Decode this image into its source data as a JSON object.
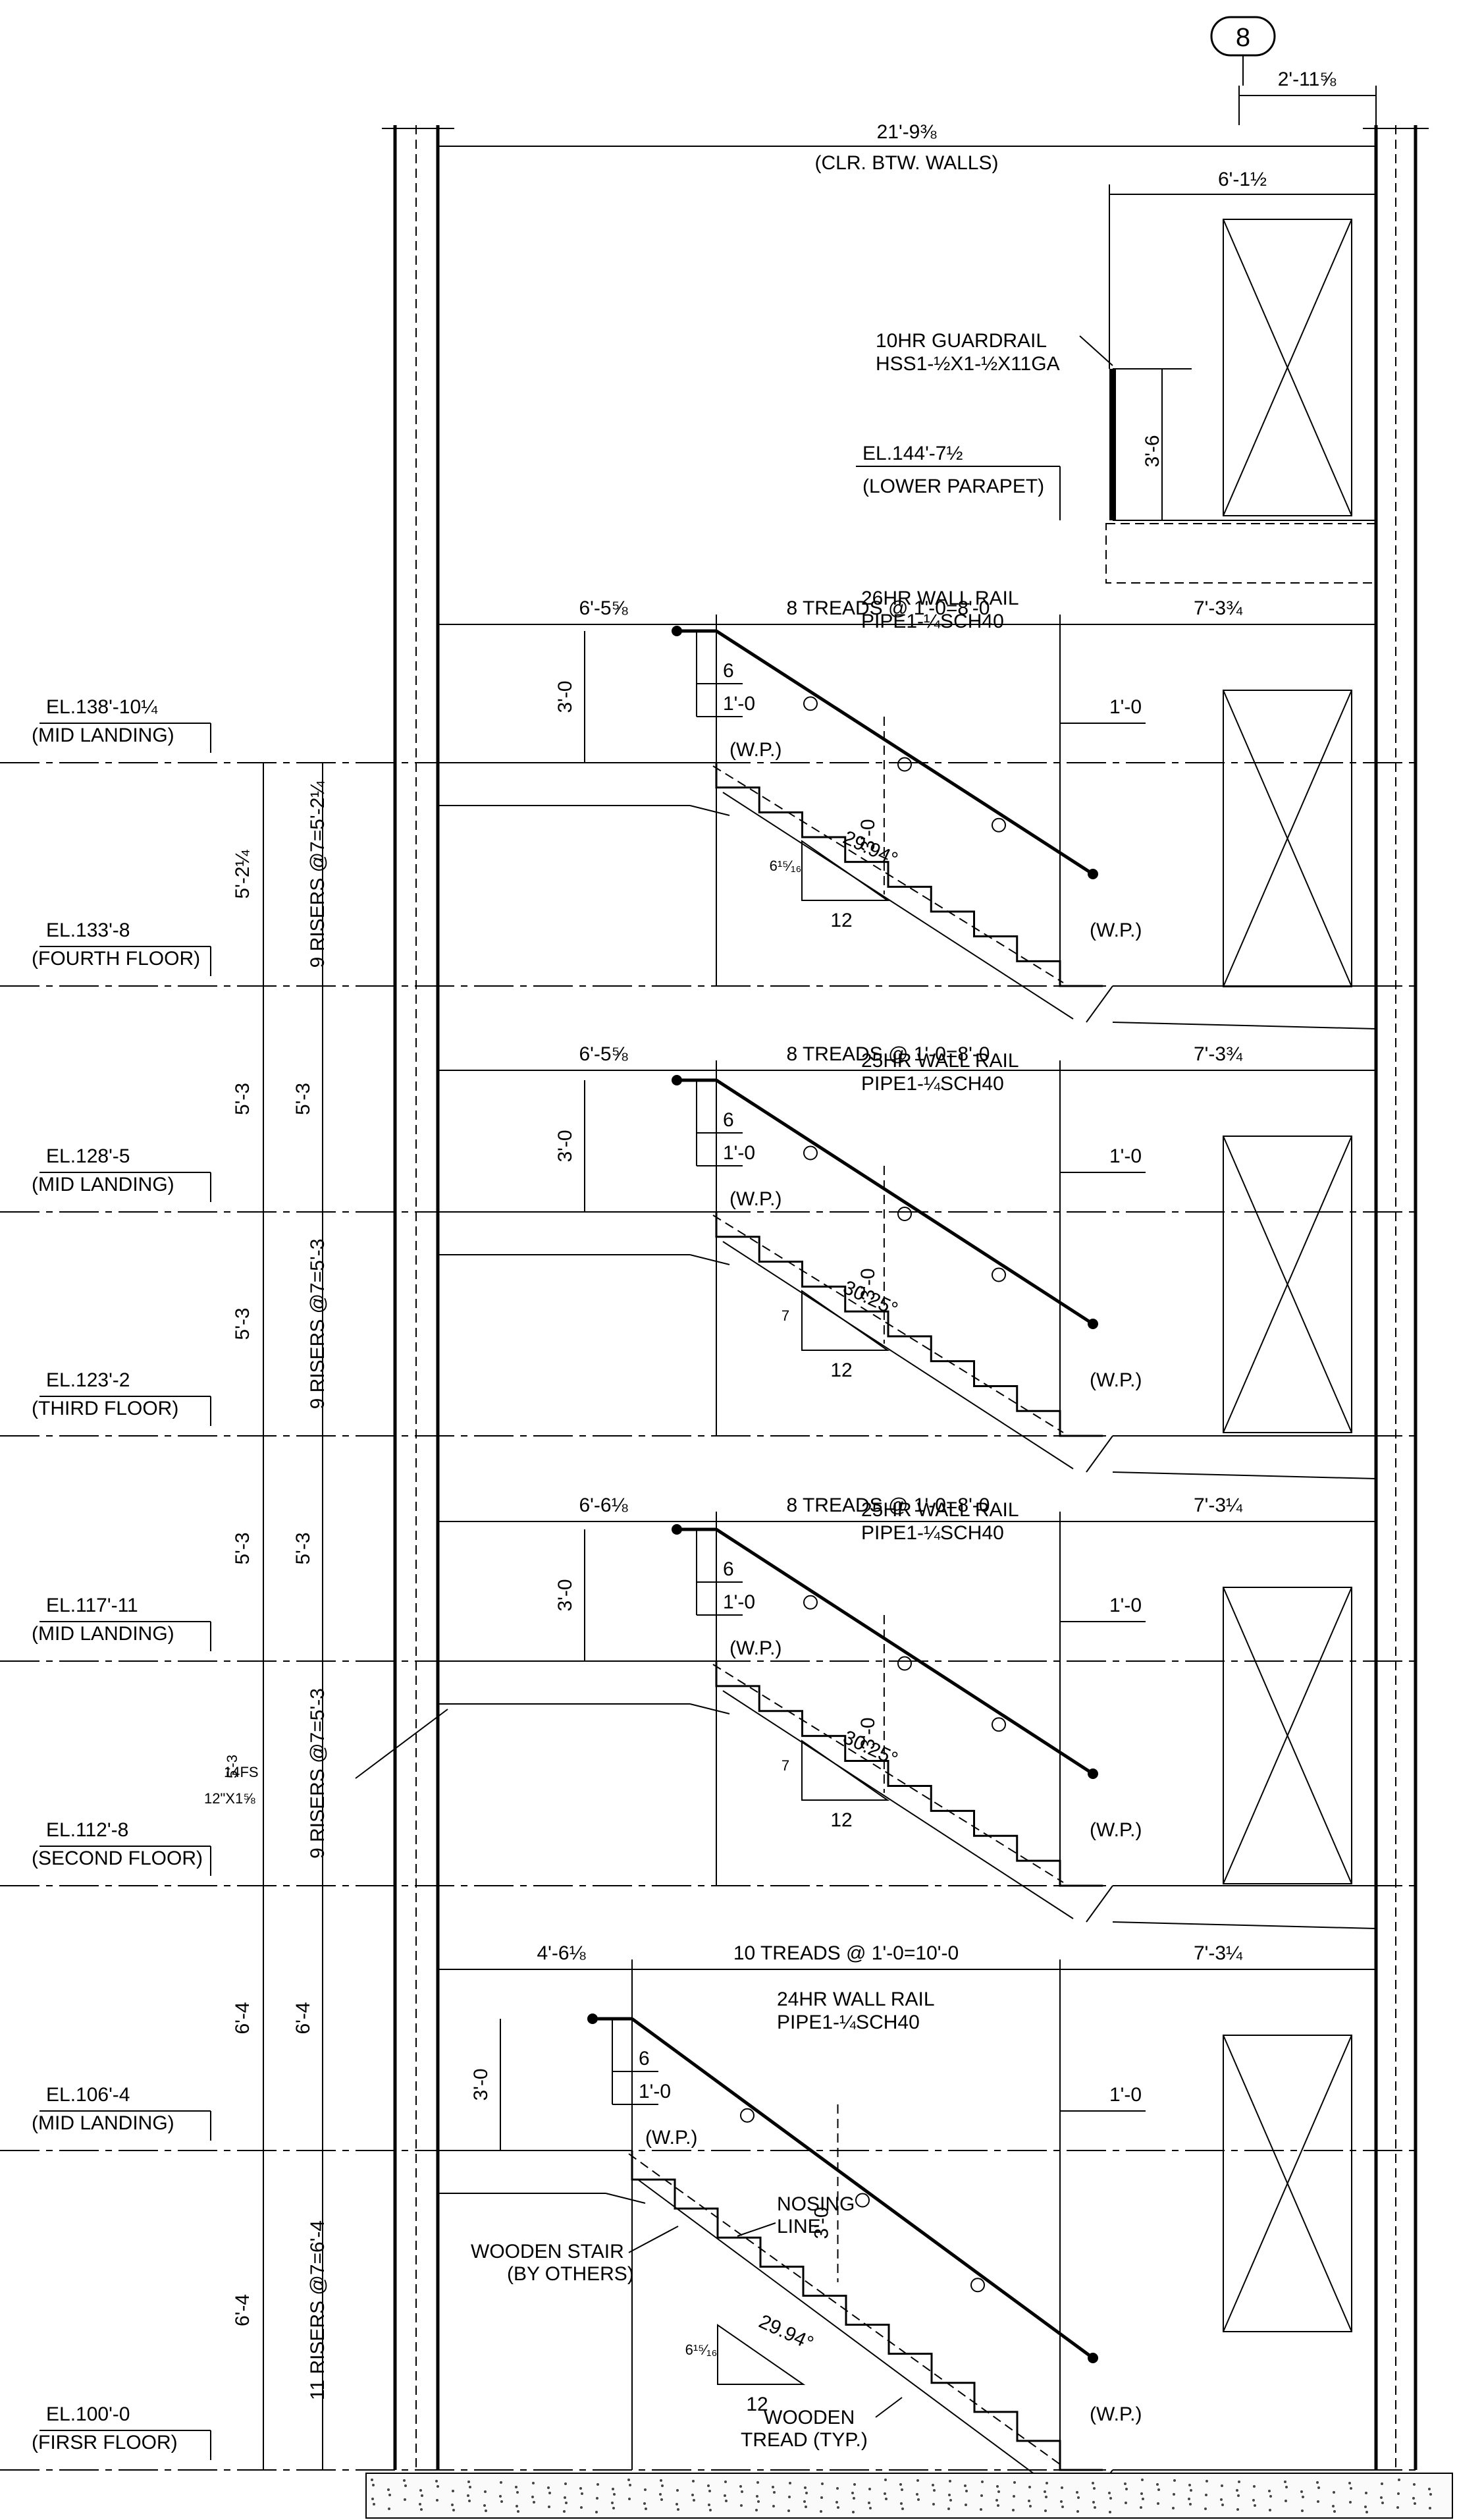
{
  "grid_bubble": "8",
  "top_offset": "2'-11⅝",
  "clear_width": "21'-9⅜",
  "clear_width_note": "(CLR. BTW. WALLS)",
  "top_door_width": "6'-1½",
  "guardrail_label_1": "10HR GUARDRAIL",
  "guardrail_label_2": "HSS1-½X1-½X11GA",
  "guardrail_height": "3'-6",
  "parapet_el": "EL.144'-7½",
  "parapet_name": "(LOWER PARAPET)",
  "flights": [
    {
      "left_dim": "6'-5⅝",
      "treads": "8 TREADS @ 1'-0=8'-0",
      "right_dim": "7'-3¾",
      "rail_1": "26HR WALL RAIL",
      "rail_2": "PIPE1-¼SCH40",
      "angle": "29.94°",
      "rise": "6¹⁵⁄₁₆",
      "run": "12",
      "risers": "9 RISERS @7=5'-2¼",
      "rail_h": "3'-0",
      "rail_h2": "3'-0",
      "ext_6": "6",
      "ext_10": "1'-0",
      "offset": "1'-0",
      "wp": "(W.P.)"
    },
    {
      "left_dim": "6'-5⅝",
      "treads": "8 TREADS @ 1'-0=8'-0",
      "right_dim": "7'-3¾",
      "rail_1": "25HR WALL RAIL",
      "rail_2": "PIPE1-¼SCH40",
      "angle": "30.25°",
      "rise": "7",
      "run": "12",
      "risers": "9 RISERS @7=5'-3",
      "rail_h": "3'-0",
      "rail_h2": "3'-0",
      "ext_6": "6",
      "ext_10": "1'-0",
      "offset": "1'-0",
      "wp": "(W.P.)"
    },
    {
      "left_dim": "6'-6⅛",
      "treads": "8 TREADS @ 1'-0=8'-0",
      "right_dim": "7'-3¼",
      "rail_1": "25HR WALL RAIL",
      "rail_2": "PIPE1-¼SCH40",
      "angle": "30.25°",
      "rise": "7",
      "run": "12",
      "risers": "9 RISERS @7=5'-3",
      "rail_h": "3'-0",
      "rail_h2": "3'-0",
      "ext_6": "6",
      "ext_10": "1'-0",
      "offset": "1'-0",
      "wp": "(W.P.)"
    },
    {
      "left_dim": "4'-6⅛",
      "treads": "10 TREADS @ 1'-0=10'-0",
      "right_dim": "7'-3¼",
      "rail_1": "24HR WALL RAIL",
      "rail_2": "PIPE1-¼SCH40",
      "angle": "29.94°",
      "rise": "6¹⁵⁄₁₆",
      "run": "12",
      "risers": "11 RISERS @7=6'-4",
      "rail_h": "3'-0",
      "rail_h2": "3'-0",
      "ext_6": "6",
      "ext_10": "1'-0",
      "offset": "1'-0",
      "wp": "(W.P.)"
    }
  ],
  "levels": [
    {
      "el": "EL.138'-10¼",
      "name": "(MID LANDING)"
    },
    {
      "el": "EL.133'-8",
      "name": "(FOURTH FLOOR)"
    },
    {
      "el": "EL.128'-5",
      "name": "(MID LANDING)"
    },
    {
      "el": "EL.123'-2",
      "name": "(THIRD FLOOR)"
    },
    {
      "el": "EL.117'-11",
      "name": "(MID LANDING)"
    },
    {
      "el": "EL.112'-8",
      "name": "(SECOND FLOOR)"
    },
    {
      "el": "EL.106'-4",
      "name": "(MID LANDING)"
    },
    {
      "el": "EL.100'-0",
      "name": "(FIRSR FLOOR)"
    }
  ],
  "outer_dims": [
    "5'-2¼",
    "5'-3",
    "5'-3",
    "5'-3",
    "5'-3",
    "6'-4",
    "6'-4"
  ],
  "inner_dims": [
    "5'-3",
    "5'-3",
    "6'-4"
  ],
  "note_14fs_1": "14FS",
  "note_14fs_2": "12\"X1⅝",
  "partial_dim": "5'-3",
  "nosing_1": "NOSING",
  "nosing_2": "LINE",
  "wooden_stair_1": "WOODEN STAIR",
  "wooden_stair_2": "(BY OTHERS)",
  "wooden_tread_1": "WOODEN",
  "wooden_tread_2": "TREAD (TYP.)"
}
